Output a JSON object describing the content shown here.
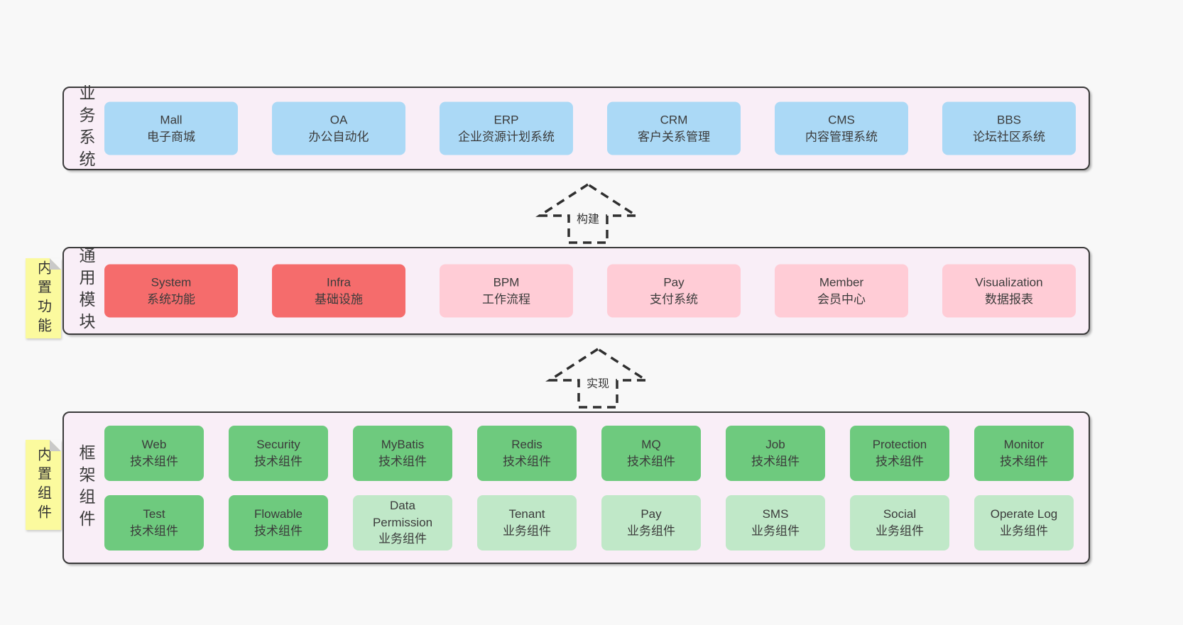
{
  "colors": {
    "page_bg": "#f8f8f8",
    "panel_bg": "#f9eef7",
    "panel_border": "#3a3a3a",
    "blue": "#abd9f6",
    "red": "#f56c6c",
    "pink": "#ffccd6",
    "green": "#6eca7e",
    "green_light": "#c0e8c8",
    "sticky_yellow": "#fbfa9e",
    "text": "#3b3b3b"
  },
  "sections": [
    {
      "label": "业务系统",
      "sticky": null,
      "boxes": [
        {
          "title": "Mall",
          "subtitle": "电子商城",
          "variant": "blue"
        },
        {
          "title": "OA",
          "subtitle": "办公自动化",
          "variant": "blue"
        },
        {
          "title": "ERP",
          "subtitle": "企业资源计划系统",
          "variant": "blue"
        },
        {
          "title": "CRM",
          "subtitle": "客户关系管理",
          "variant": "blue"
        },
        {
          "title": "CMS",
          "subtitle": "内容管理系统",
          "variant": "blue"
        },
        {
          "title": "BBS",
          "subtitle": "论坛社区系统",
          "variant": "blue"
        }
      ]
    },
    {
      "label": "通用模块",
      "sticky": "内置功能",
      "boxes": [
        {
          "title": "System",
          "subtitle": "系统功能",
          "variant": "red"
        },
        {
          "title": "Infra",
          "subtitle": "基础设施",
          "variant": "red"
        },
        {
          "title": "BPM",
          "subtitle": "工作流程",
          "variant": "pink"
        },
        {
          "title": "Pay",
          "subtitle": "支付系统",
          "variant": "pink"
        },
        {
          "title": "Member",
          "subtitle": "会员中心",
          "variant": "pink"
        },
        {
          "title": "Visualization",
          "subtitle": "数据报表",
          "variant": "pink"
        }
      ]
    },
    {
      "label": "框架组件",
      "sticky": "内置组件",
      "boxes": [
        {
          "title": "Web",
          "subtitle": "技术组件",
          "variant": "green"
        },
        {
          "title": "Security",
          "subtitle": "技术组件",
          "variant": "green"
        },
        {
          "title": "MyBatis",
          "subtitle": "技术组件",
          "variant": "green"
        },
        {
          "title": "Redis",
          "subtitle": "技术组件",
          "variant": "green"
        },
        {
          "title": "MQ",
          "subtitle": "技术组件",
          "variant": "green"
        },
        {
          "title": "Job",
          "subtitle": "技术组件",
          "variant": "green"
        },
        {
          "title": "Protection",
          "subtitle": "技术组件",
          "variant": "green"
        },
        {
          "title": "Monitor",
          "subtitle": "技术组件",
          "variant": "green"
        },
        {
          "title": "Test",
          "subtitle": "技术组件",
          "variant": "green"
        },
        {
          "title": "Flowable",
          "subtitle": "技术组件",
          "variant": "green"
        },
        {
          "title": "Data Permission",
          "subtitle": "业务组件",
          "variant": "green-light"
        },
        {
          "title": "Tenant",
          "subtitle": "业务组件",
          "variant": "green-light"
        },
        {
          "title": "Pay",
          "subtitle": "业务组件",
          "variant": "green-light"
        },
        {
          "title": "SMS",
          "subtitle": "业务组件",
          "variant": "green-light"
        },
        {
          "title": "Social",
          "subtitle": "业务组件",
          "variant": "green-light"
        },
        {
          "title": "Operate Log",
          "subtitle": "业务组件",
          "variant": "green-light"
        }
      ]
    }
  ],
  "arrows": [
    {
      "label": "构建"
    },
    {
      "label": "实现"
    }
  ]
}
